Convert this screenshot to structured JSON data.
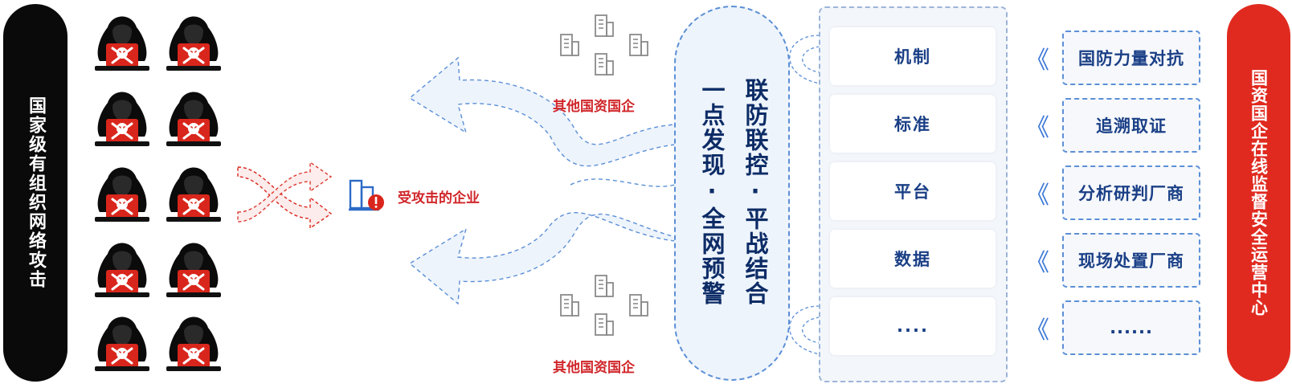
{
  "left_pill": {
    "label": "国家级有组织网络攻击"
  },
  "attacked": {
    "label": "受攻击的企业"
  },
  "others": {
    "top_label": "其他国资国企",
    "bottom_label": "其他国资国企"
  },
  "capsule": {
    "col_right": "联防联控·平战结合",
    "col_left": "一点发现·全网预警"
  },
  "items": [
    {
      "label": "机制"
    },
    {
      "label": "标准"
    },
    {
      "label": "平台"
    },
    {
      "label": "数据"
    },
    {
      "label": "...."
    }
  ],
  "right_items": [
    {
      "label": "国防力量对抗"
    },
    {
      "label": "追溯取证"
    },
    {
      "label": "分析研判厂商"
    },
    {
      "label": "现场处置厂商"
    },
    {
      "label": "......"
    }
  ],
  "right_pill": {
    "label": "国资国企在线监督安全运营中心"
  },
  "chevron": {
    "glyph": "《"
  },
  "colors": {
    "black": "#0a0a0a",
    "red": "#e02a20",
    "blue": "#1a3f86",
    "dashed": "#5b8fd6"
  }
}
